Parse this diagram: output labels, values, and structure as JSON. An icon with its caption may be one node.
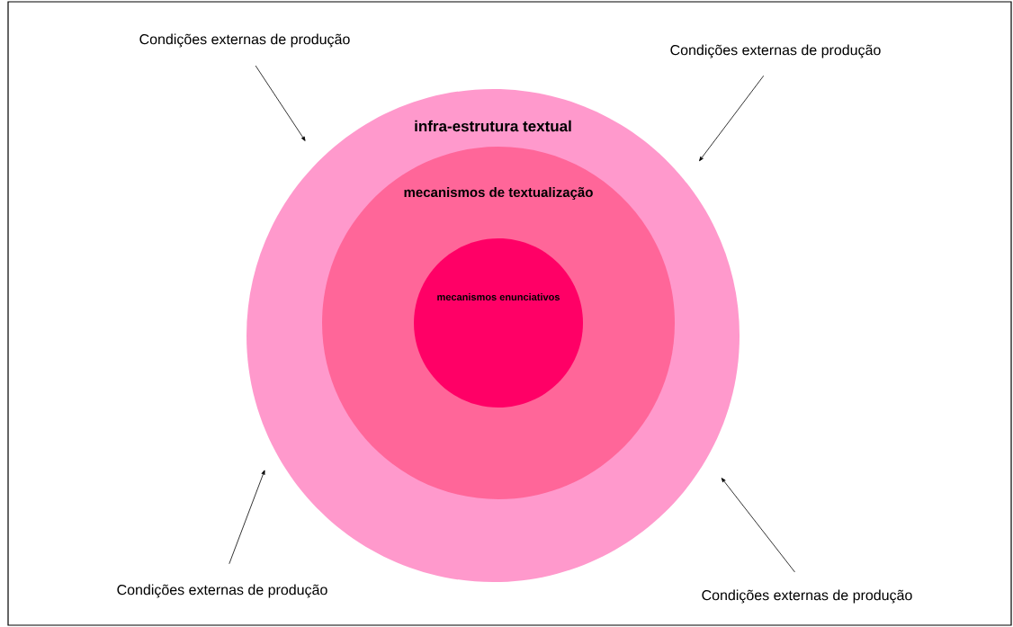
{
  "diagram": {
    "nodes": [
      {
        "text": [
          "infra-estrutura textual"
        ]
      },
      {
        "text": [
          "mecanismos de textualização"
        ],
        "in": 0
      },
      {
        "text": [
          "mecanismos enunciativos"
        ],
        "in": 1
      },
      {
        "text": [
          "Condições externas de produção"
        ]
      },
      {
        "text": [
          "Condições externas de produção"
        ]
      },
      {
        "text": [
          "Condições externas de produção"
        ]
      },
      {
        "text": [
          "Condições externas de produção"
        ]
      }
    ],
    "edges": [
      {
        "from": 3,
        "to": 0,
        "arrow": "to"
      },
      {
        "from": 4,
        "to": 0,
        "arrow": "to"
      },
      {
        "from": 5,
        "to": 0,
        "arrow": "to"
      },
      {
        "from": 6,
        "to": 0,
        "arrow": "to"
      }
    ]
  }
}
